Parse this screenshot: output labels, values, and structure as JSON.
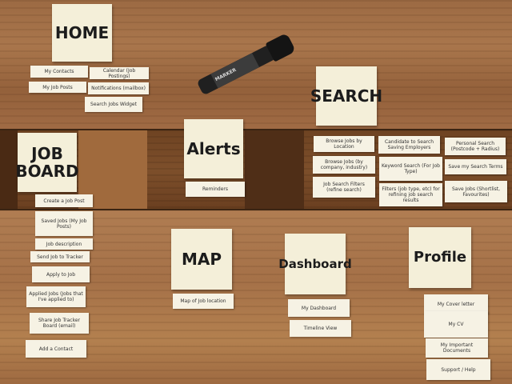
{
  "board": {
    "home": {
      "title": "HOME",
      "items": [
        "My Contacts",
        "Calendar (Job Postings)",
        "My Job Posts",
        "Notifications (mailbox)",
        "Search Jobs Widget"
      ]
    },
    "search": {
      "title": "SEARCH",
      "items": [
        "Browse Jobs by Location",
        "Candidate to Search Saving Employers",
        "Personal Search (Postcode + Radius)",
        "Browse Jobs (by company, industry)",
        "Keyword Search (For Job Type)",
        "Save my Search Terms",
        "Job Search Filters (refine search)",
        "Filters (job type, etc) for refining job search results",
        "Save Jobs (Shortlist, Favourites)"
      ]
    },
    "job_board": {
      "title": "JOB BOARD",
      "items": [
        "Create a Job Post",
        "Saved Jobs (My Job Posts)",
        "Job description",
        "Send Job to Tracker",
        "Apply to Job",
        "Applied Jobs (Jobs that I've applied to)",
        "Share Job Tracker Board (email)",
        "Add a Contact"
      ]
    },
    "alerts": {
      "title": "Alerts",
      "items": [
        "Reminders"
      ]
    },
    "map": {
      "title": "MAP",
      "items": [
        "Map of Job location"
      ]
    },
    "dashboard": {
      "title": "Dashboard",
      "items": [
        "My Dashboard",
        "Timeline View"
      ]
    },
    "profile": {
      "title": "Profile",
      "items": [
        "My Cover letter",
        "My CV",
        "My Important Documents",
        "Support / Help"
      ]
    }
  },
  "marker": {
    "brand_label": "MARKER",
    "icon": "marker-pen-icon"
  }
}
